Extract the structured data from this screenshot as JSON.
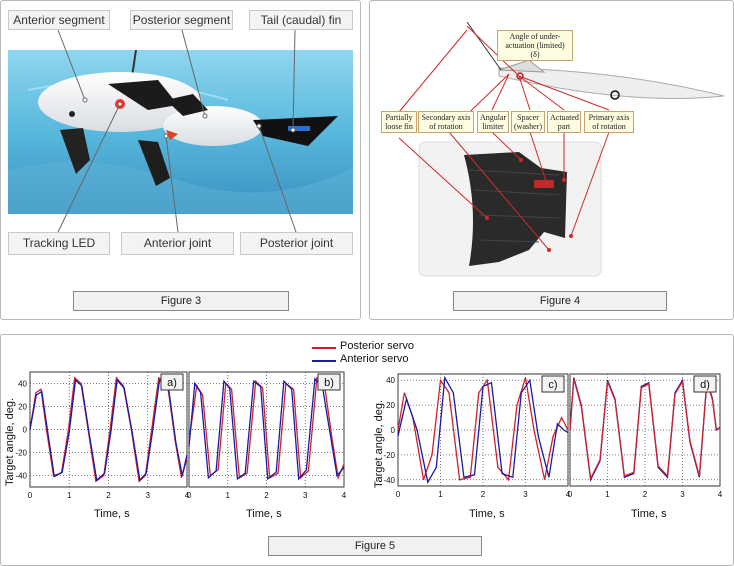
{
  "figure3": {
    "caption": "Figure 3",
    "labels": {
      "anterior_segment": "Anterior segment",
      "posterior_segment": "Posterior segment",
      "tail_fin": "Tail (caudal) fin",
      "tracking_led": "Tracking LED",
      "anterior_joint": "Anterior joint",
      "posterior_joint": "Posterior joint"
    }
  },
  "figure4": {
    "caption": "Figure 4",
    "labels": {
      "under_actuation": "Angle of under-actuation (limited) (δ)",
      "partially_loose_fin": "Partially loose fin",
      "secondary_axis": "Secondary axis of rotation",
      "angular_limiter": "Angular limiter",
      "spacer": "Spacer (washer)",
      "actuated_part": "Actuated part",
      "primary_axis": "Primary axis of rotation"
    }
  },
  "figure5": {
    "caption": "Figure 5",
    "legend": [
      {
        "name": "Posterior servo",
        "color": "#d0202a"
      },
      {
        "name": "Anterior servo",
        "color": "#1a1aa8"
      }
    ],
    "ylabel": "Target angle, deg.",
    "xlabel": "Time, s"
  },
  "chart_data": [
    {
      "type": "line",
      "panel_label": "a)",
      "xlim": [
        0,
        4
      ],
      "ylim": [
        -50,
        50
      ],
      "xticks": [
        0,
        1,
        2,
        3,
        4
      ],
      "yticks": [
        -40,
        -20,
        0,
        20,
        40
      ],
      "show_yticks": true,
      "grid": "dotted",
      "series": [
        {
          "name": "Posterior servo",
          "color": "#d0202a",
          "x": [
            0,
            0.15,
            0.28,
            0.42,
            0.6,
            0.8,
            0.98,
            1.14,
            1.3,
            1.48,
            1.68,
            1.88,
            2.04,
            2.2,
            2.38,
            2.58,
            2.78,
            2.94,
            3.1,
            3.28,
            3.5,
            3.7,
            3.86,
            4.0
          ],
          "y": [
            0,
            32,
            35,
            0,
            -40,
            -38,
            0,
            45,
            40,
            0,
            -45,
            -40,
            0,
            45,
            38,
            0,
            -45,
            -40,
            0,
            45,
            40,
            -10,
            -42,
            -25
          ]
        },
        {
          "name": "Anterior servo",
          "color": "#1a1aa8",
          "x": [
            0,
            0.16,
            0.3,
            0.45,
            0.62,
            0.82,
            1.0,
            1.16,
            1.32,
            1.5,
            1.7,
            1.9,
            2.06,
            2.22,
            2.4,
            2.6,
            2.8,
            2.96,
            3.12,
            3.3,
            3.52,
            3.72,
            3.88,
            4.0
          ],
          "y": [
            0,
            30,
            33,
            -2,
            -41,
            -37,
            -2,
            43,
            38,
            -2,
            -44,
            -38,
            -2,
            43,
            36,
            -2,
            -44,
            -38,
            -2,
            43,
            38,
            -12,
            -40,
            -22
          ]
        }
      ]
    },
    {
      "type": "line",
      "panel_label": "b)",
      "xlim": [
        0,
        4
      ],
      "ylim": [
        -50,
        50
      ],
      "xticks": [
        0,
        1,
        2,
        3,
        4
      ],
      "yticks": [
        -40,
        -20,
        0,
        20,
        40
      ],
      "show_yticks": false,
      "grid": "dotted",
      "series": [
        {
          "name": "Posterior servo",
          "color": "#d0202a",
          "x": [
            0,
            0.2,
            0.35,
            0.55,
            0.75,
            0.95,
            1.1,
            1.3,
            1.5,
            1.72,
            1.9,
            2.08,
            2.3,
            2.5,
            2.7,
            2.88,
            3.08,
            3.3,
            3.5,
            3.7,
            3.85,
            4.0
          ],
          "y": [
            -10,
            38,
            30,
            -40,
            -35,
            40,
            35,
            -42,
            -38,
            42,
            36,
            -42,
            -38,
            40,
            35,
            -42,
            -36,
            45,
            38,
            -10,
            -42,
            -30
          ]
        },
        {
          "name": "Anterior servo",
          "color": "#1a1aa8",
          "x": [
            0,
            0.15,
            0.3,
            0.5,
            0.7,
            0.9,
            1.05,
            1.25,
            1.45,
            1.67,
            1.85,
            2.03,
            2.25,
            2.45,
            2.65,
            2.83,
            3.03,
            3.25,
            3.45,
            3.65,
            3.82,
            4.0
          ],
          "y": [
            -15,
            40,
            32,
            -42,
            -36,
            42,
            36,
            -43,
            -38,
            42,
            37,
            -43,
            -37,
            42,
            35,
            -43,
            -35,
            44,
            36,
            -5,
            -40,
            -33
          ]
        }
      ]
    },
    {
      "type": "line",
      "panel_label": "c)",
      "xlim": [
        0,
        4
      ],
      "ylim": [
        -45,
        45
      ],
      "xticks": [
        0,
        1,
        2,
        3,
        4
      ],
      "yticks": [
        -40,
        -20,
        0,
        20,
        40
      ],
      "show_yticks": true,
      "grid": "dotted",
      "series": [
        {
          "name": "Posterior servo",
          "color": "#d0202a",
          "x": [
            0,
            0.15,
            0.35,
            0.6,
            0.8,
            1.0,
            1.2,
            1.45,
            1.7,
            1.9,
            2.1,
            2.35,
            2.6,
            2.8,
            3.0,
            3.2,
            3.45,
            3.65,
            3.85,
            4.0
          ],
          "y": [
            0,
            30,
            10,
            -40,
            -20,
            40,
            30,
            -40,
            -38,
            30,
            40,
            -30,
            -40,
            20,
            42,
            0,
            -40,
            -5,
            10,
            0
          ]
        },
        {
          "name": "Anterior servo",
          "color": "#1a1aa8",
          "x": [
            0,
            0.2,
            0.45,
            0.7,
            0.9,
            1.1,
            1.3,
            1.55,
            1.8,
            2.0,
            2.2,
            2.45,
            2.7,
            2.9,
            3.1,
            3.3,
            3.55,
            3.75,
            3.9,
            4.0
          ],
          "y": [
            -5,
            25,
            0,
            -42,
            -30,
            42,
            30,
            -38,
            -36,
            35,
            38,
            -35,
            -38,
            30,
            40,
            -5,
            -38,
            5,
            0,
            -2
          ]
        }
      ]
    },
    {
      "type": "line",
      "panel_label": "d)",
      "xlim": [
        0,
        4
      ],
      "ylim": [
        -45,
        45
      ],
      "xticks": [
        0,
        1,
        2,
        3,
        4
      ],
      "yticks": [
        -40,
        -20,
        0,
        20,
        40
      ],
      "show_yticks": false,
      "grid": "dotted",
      "series": [
        {
          "name": "Anterior servo",
          "color": "#1a1aa8",
          "x": [
            0,
            0.1,
            0.3,
            0.55,
            0.8,
            1.0,
            1.2,
            1.45,
            1.7,
            1.9,
            2.1,
            2.35,
            2.6,
            2.8,
            3.0,
            3.2,
            3.45,
            3.65,
            3.8,
            3.9,
            4.0
          ],
          "y": [
            0,
            42,
            20,
            -40,
            -25,
            40,
            25,
            -38,
            -35,
            35,
            38,
            -30,
            -38,
            30,
            40,
            -10,
            -38,
            40,
            25,
            0,
            2
          ]
        },
        {
          "name": "Posterior servo",
          "color": "#d0202a",
          "x": [
            0,
            0.1,
            0.3,
            0.55,
            0.8,
            1.0,
            1.2,
            1.45,
            1.7,
            1.9,
            2.1,
            2.35,
            2.6,
            2.8,
            3.0,
            3.2,
            3.45,
            3.65,
            3.8,
            3.9,
            4.0
          ],
          "y": [
            0,
            41,
            19,
            -39,
            -24,
            39,
            24,
            -37,
            -34,
            34,
            37,
            -29,
            -37,
            29,
            39,
            -9,
            -37,
            39,
            24,
            1,
            1
          ]
        }
      ]
    }
  ]
}
